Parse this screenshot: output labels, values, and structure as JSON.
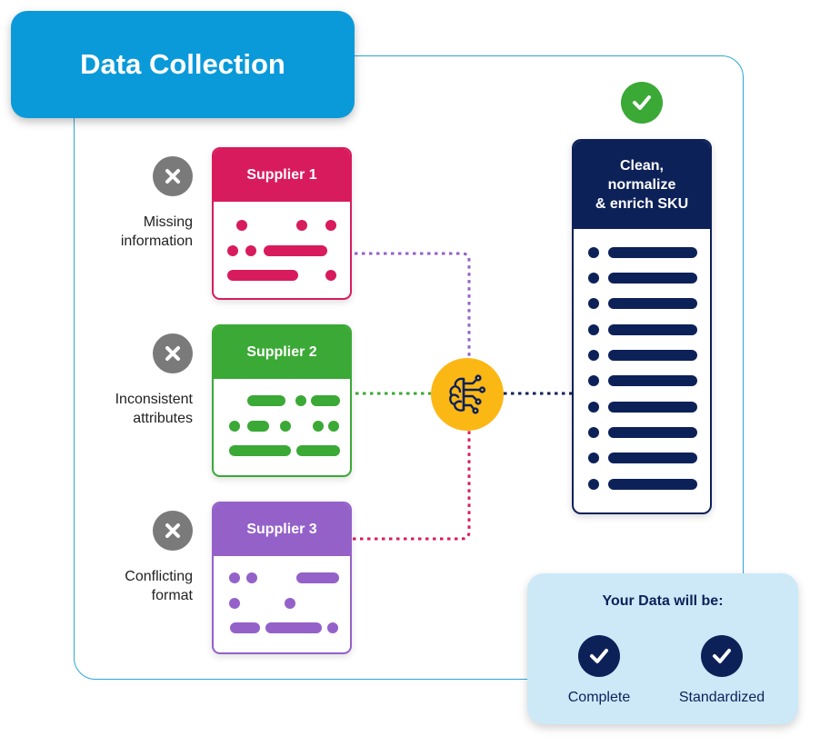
{
  "title": "Data Collection",
  "suppliers": [
    {
      "name": "Supplier 1",
      "issue": "Missing\ninformation",
      "color": "#d81b5d"
    },
    {
      "name": "Supplier 2",
      "issue": "Inconsistent\nattributes",
      "color": "#3aa935"
    },
    {
      "name": "Supplier 3",
      "issue": "Conflicting\nformat",
      "color": "#9461c9"
    }
  ],
  "hub": {
    "icon": "brain-circuit-icon",
    "color": "#fbb714"
  },
  "output": {
    "title": "Clean,\nnormalize\n& enrich SKU",
    "color": "#0d2159",
    "status_icon": "check-icon"
  },
  "result": {
    "title": "Your Data will be:",
    "items": [
      "Complete",
      "Standardized"
    ]
  }
}
